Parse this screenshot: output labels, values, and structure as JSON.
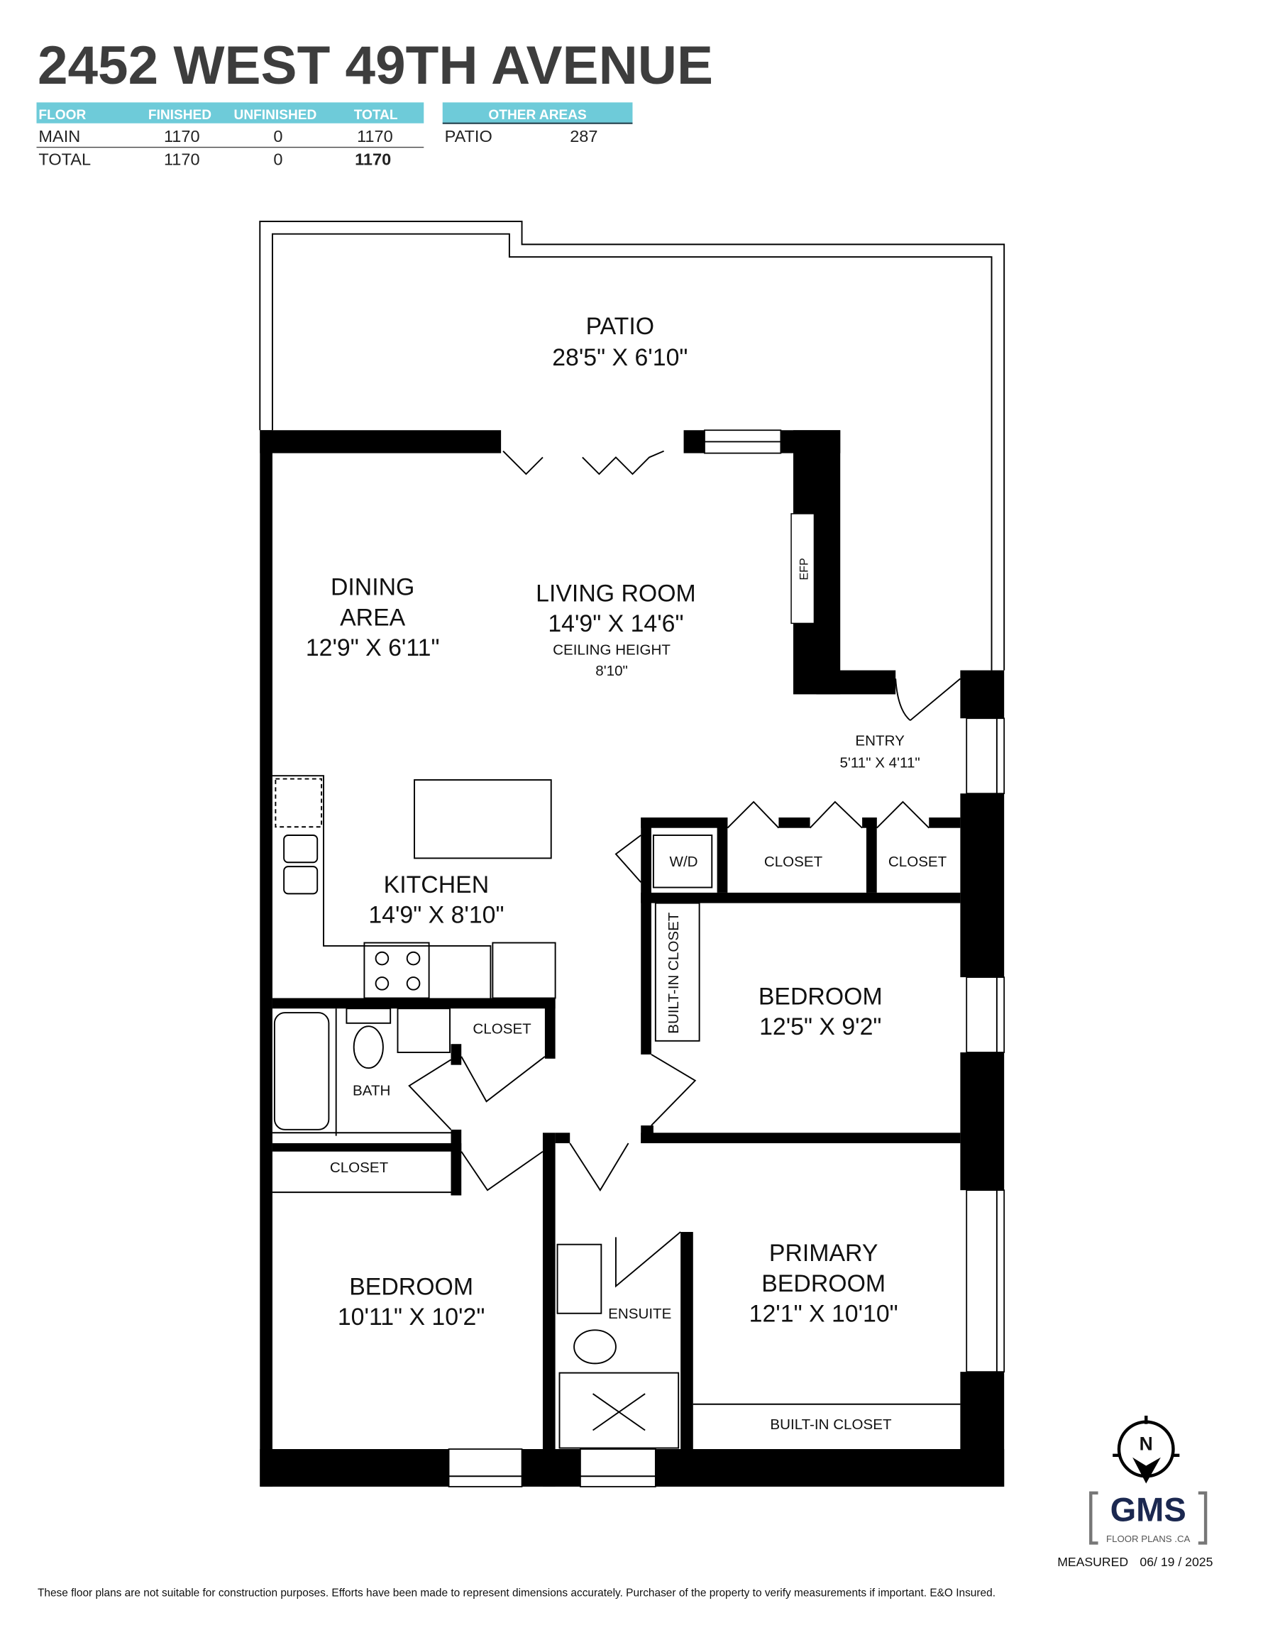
{
  "title": "2452 WEST 49TH AVENUE",
  "area_table": {
    "headers": [
      "FLOOR",
      "FINISHED",
      "UNFINISHED",
      "TOTAL"
    ],
    "rows": [
      [
        "MAIN",
        "1170",
        "0",
        "1170"
      ],
      [
        "TOTAL",
        "1170",
        "0",
        "1170"
      ]
    ]
  },
  "other_areas": {
    "header": "OTHER AREAS",
    "rows": [
      [
        "PATIO",
        "287"
      ]
    ]
  },
  "rooms": {
    "patio": {
      "name": "PATIO",
      "dims": "28'5\" X 6'10\""
    },
    "dining": {
      "name1": "DINING",
      "name2": "AREA",
      "dims": "12'9\" X 6'11\""
    },
    "living": {
      "name": "LIVING ROOM",
      "dims": "14'9\" X 14'6\"",
      "ceiling_label": "CEILING HEIGHT",
      "ceiling": "8'10\""
    },
    "efp": "EFP",
    "entry": {
      "name": "ENTRY",
      "dims": "5'11\" X 4'11\""
    },
    "wd": "W/D",
    "closet1": "CLOSET",
    "closet2": "CLOSET",
    "kitchen": {
      "name": "KITCHEN",
      "dims": "14'9\" X 8'10\""
    },
    "builtin1": "BUILT-IN CLOSET",
    "bedroom1": {
      "name": "BEDROOM",
      "dims": "12'5\" X 9'2\""
    },
    "closet3": "CLOSET",
    "bath": "BATH",
    "closet4": "CLOSET",
    "bedroom2": {
      "name": "BEDROOM",
      "dims": "10'11\" X 10'2\""
    },
    "ensuite": "ENSUITE",
    "primary": {
      "name1": "PRIMARY",
      "name2": "BEDROOM",
      "dims": "12'1\" X 10'10\""
    },
    "builtin2": "BUILT-IN CLOSET"
  },
  "logo": {
    "north": "N",
    "brand": "GMS",
    "sub": "FLOOR PLANS .CA"
  },
  "measured": {
    "label": "MEASURED",
    "date": "06/ 19 / 2025"
  },
  "disclaimer": "These floor plans are not suitable for construction purposes. Efforts have been made to represent dimensions accurately.  Purchaser of the property to verify measurements if important.  E&O Insured.",
  "colors": {
    "header_bg": "#6ecbd9",
    "title": "#3d3d3d",
    "brand": "#1b2850"
  }
}
